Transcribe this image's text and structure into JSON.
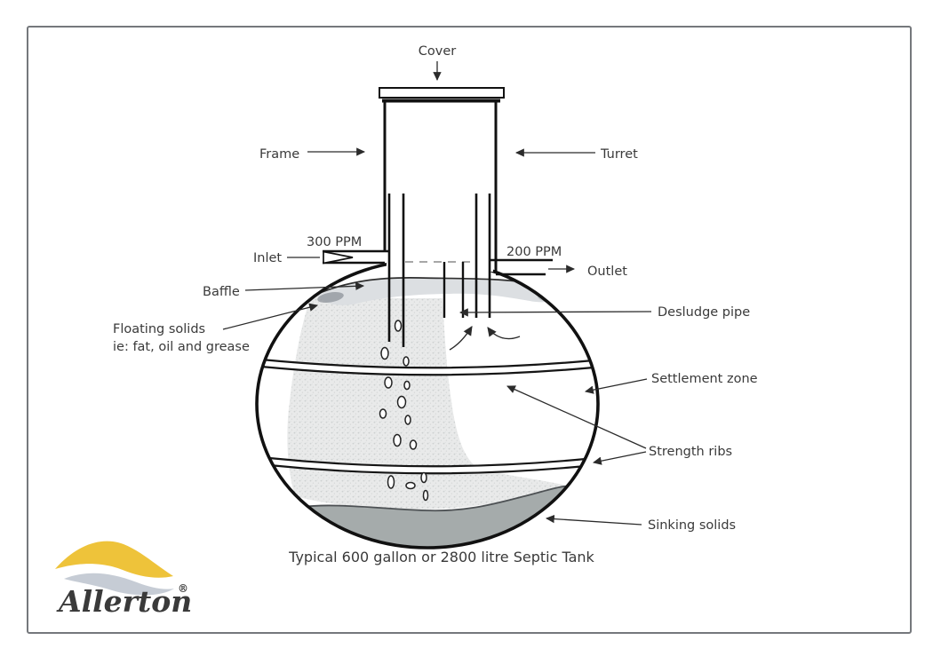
{
  "diagram": {
    "labels": {
      "cover": "Cover",
      "frame": "Frame",
      "turret": "Turret",
      "inlet_ppm": "300 PPM",
      "inlet": "Inlet",
      "outlet_ppm": "200 PPM",
      "outlet": "Outlet",
      "baffle": "Baffle",
      "floating_solids_line1": "Floating solids",
      "floating_solids_line2": "ie: fat, oil and grease",
      "desludge_pipe": "Desludge pipe",
      "settlement_zone": "Settlement zone",
      "strength_ribs": "Strength ribs",
      "sinking_solids": "Sinking solids"
    },
    "caption": "Typical 600 gallon or 2800 litre Septic Tank"
  },
  "logo": {
    "brand": "Allerton",
    "registered_mark": "®"
  },
  "colors": {
    "line": "#1a1a1a",
    "label_text": "#3a3a3a",
    "leader": "#2b2b2b",
    "baffle_fill": "#dcdfe2",
    "plume_base": "#e9eaea",
    "plume_dot": "#cdd0d0",
    "sludge_fill": "#a5abab",
    "sludge_edge": "#4d5154",
    "border": "#75787c",
    "logo_yellow": "#eec33a",
    "logo_silver": "#c6ccd5",
    "logo_blue": "#1e5b9d"
  }
}
